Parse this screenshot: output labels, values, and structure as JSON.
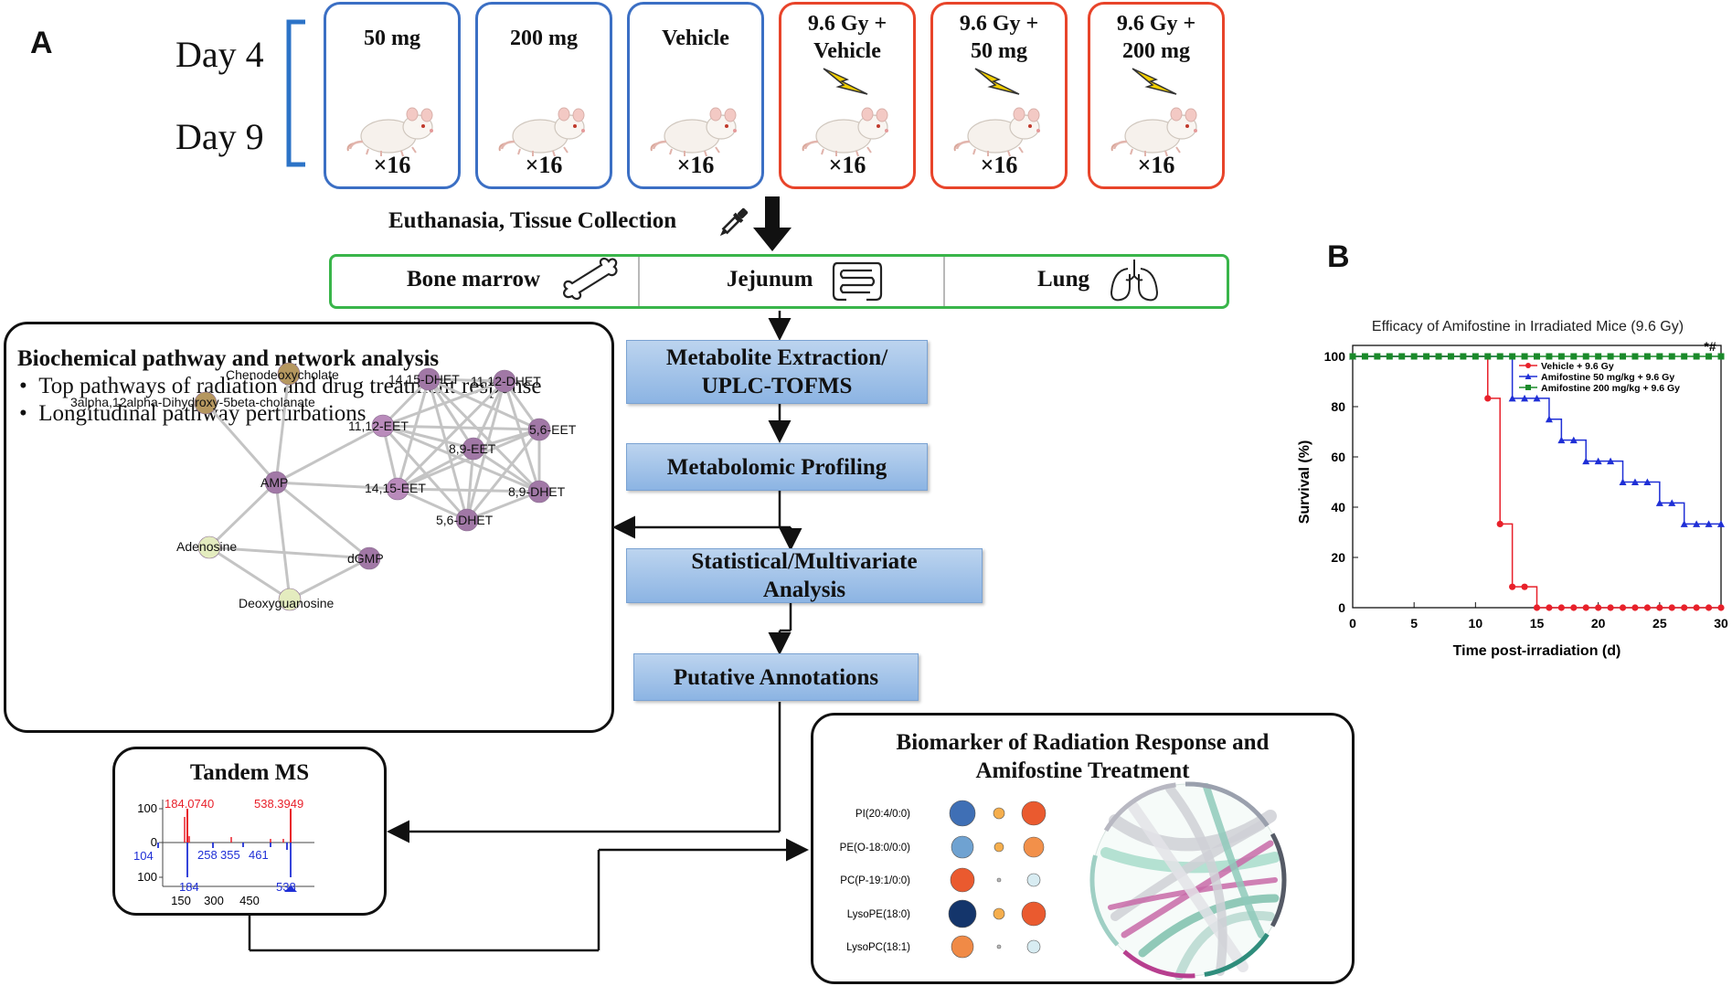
{
  "panel_a": {
    "label": "A",
    "days": [
      "Day 4",
      "Day 9"
    ],
    "groups": [
      {
        "title": "50 mg",
        "count": "×16"
      },
      {
        "title": "200 mg",
        "count": "×16"
      },
      {
        "title": "Vehicle",
        "count": "×16"
      },
      {
        "title": "9.6 Gy + Vehicle",
        "count": "×16"
      },
      {
        "title": "9.6 Gy + 50 mg",
        "count": "×16"
      },
      {
        "title": "9.6 Gy + 200 mg",
        "count": "×16"
      }
    ],
    "collection_label": "Euthanasia, Tissue Collection",
    "tissues": [
      "Bone marrow",
      "Jejunum",
      "Lung"
    ],
    "workflow_steps": [
      "Metabolite Extraction/ UPLC-TOFMS",
      "Metabolomic Profiling",
      "Statistical/Multivariate Analysis",
      "Putative Annotations"
    ],
    "pathway_box": {
      "title": "Biochemical pathway and network analysis",
      "bullets": [
        "Top pathways of radiation and drug treatment response",
        "Longitudinal pathway perturbations"
      ],
      "nodes": [
        "Chenodeoxycholate",
        "3alpha,12alpha-Dihydroxy-5beta-cholanate",
        "14,15-DHET",
        "11,12-DHET",
        "11,12-EET",
        "5,6-EET",
        "8,9-EET",
        "AMP",
        "14,15-EET",
        "8,9-DHET",
        "5,6-DHET",
        "Adenosine",
        "dGMP",
        "Deoxyguanosine"
      ]
    },
    "tandem_ms": {
      "title": "Tandem MS",
      "y_ticks": [
        "100",
        "0",
        "100"
      ],
      "x_ticks": [
        "150",
        "300",
        "450"
      ],
      "top_peaks": [
        "184.0740",
        "538.3949"
      ],
      "bottom_peaks": [
        "104",
        "184",
        "258",
        "355",
        "461",
        "538"
      ]
    },
    "biomarker_box": {
      "title": "Biomarker of Radiation Response and Amifostine Treatment",
      "lipids": [
        "PI(20:4/0:0)",
        "PE(O-18:0/0:0)",
        "PC(P-19:1/0:0)",
        "LysoPE(18:0)",
        "LysoPC(18:1)"
      ]
    }
  },
  "panel_b": {
    "label": "B",
    "chart_data": {
      "type": "line",
      "title": "Efficacy of Amifostine in Irradiated Mice (9.6 Gy)",
      "xlabel": "Time post-irradiation (d)",
      "ylabel": "Survival (%)",
      "xlim": [
        0,
        30
      ],
      "ylim": [
        0,
        100
      ],
      "x_ticks": [
        0,
        5,
        10,
        15,
        20,
        25,
        30
      ],
      "y_ticks": [
        0,
        20,
        40,
        60,
        80,
        100
      ],
      "annotation": "*#",
      "legend_position": "top-right",
      "series": [
        {
          "name": "Vehicle + 9.6 Gy",
          "color": "#e8202a",
          "marker": "circle",
          "x": [
            0,
            11,
            12,
            13,
            14,
            15,
            16,
            17,
            18,
            19,
            20,
            21,
            22,
            23,
            24,
            25,
            26,
            27,
            28,
            29,
            30
          ],
          "y": [
            100,
            83.3,
            33.3,
            8.3,
            8.3,
            0,
            0,
            0,
            0,
            0,
            0,
            0,
            0,
            0,
            0,
            0,
            0,
            0,
            0,
            0,
            0
          ]
        },
        {
          "name": "Amifostine 50 mg/kg + 9.6 Gy",
          "color": "#1f2fd6",
          "marker": "triangle",
          "x": [
            0,
            13,
            14,
            15,
            16,
            17,
            18,
            19,
            20,
            21,
            22,
            23,
            24,
            25,
            26,
            27,
            28,
            29,
            30
          ],
          "y": [
            100,
            83.3,
            83.3,
            83.3,
            75,
            66.7,
            66.7,
            58.3,
            58.3,
            58.3,
            50,
            50,
            50,
            41.7,
            41.7,
            33.3,
            33.3,
            33.3,
            33.3
          ]
        },
        {
          "name": "Amifostine 200 mg/kg + 9.6 Gy",
          "color": "#1a8a2a",
          "marker": "square",
          "x": [
            0,
            1,
            2,
            3,
            4,
            5,
            6,
            7,
            8,
            9,
            10,
            11,
            12,
            13,
            14,
            15,
            16,
            17,
            18,
            19,
            20,
            21,
            22,
            23,
            24,
            25,
            26,
            27,
            28,
            29,
            30
          ],
          "y": [
            100,
            100,
            100,
            100,
            100,
            100,
            100,
            100,
            100,
            100,
            100,
            100,
            100,
            100,
            100,
            100,
            100,
            100,
            100,
            100,
            100,
            100,
            100,
            100,
            100,
            100,
            100,
            100,
            100,
            100,
            100
          ]
        }
      ]
    }
  }
}
